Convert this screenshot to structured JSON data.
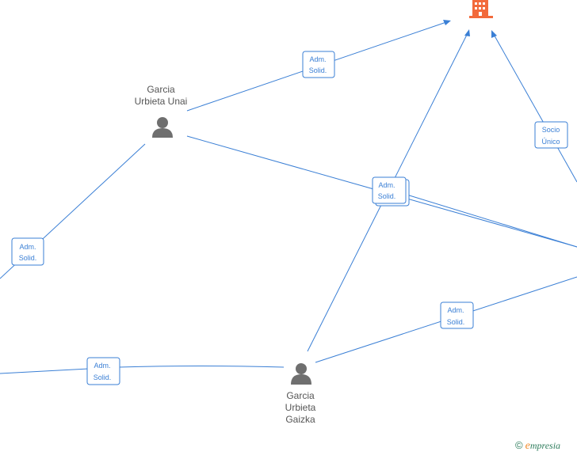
{
  "nodes": {
    "unai": {
      "lines": [
        "Garcia",
        "Urbieta Unai"
      ]
    },
    "gaizka": {
      "lines": [
        "Garcia",
        "Urbieta",
        "Gaizka"
      ]
    }
  },
  "edge_labels": {
    "adm_solid_top": [
      "Adm.",
      "Solid."
    ],
    "socio_unico": [
      "Socio",
      "Único"
    ],
    "adm_solid_center": [
      "Adm.",
      "Solid."
    ],
    "adm_solid_left": [
      "Adm.",
      "Solid."
    ],
    "adm_solid_right": [
      "Adm.",
      "Solid."
    ],
    "adm_solid_bottom": [
      "Adm.",
      "Solid."
    ]
  },
  "branding": {
    "copyright": "©",
    "name_initial": "e",
    "name_rest": "mpresia"
  },
  "colors": {
    "edge": "#3a7fd5",
    "person": "#6f6f6f",
    "company": "#f26a3b",
    "brand": "#2f7d5d"
  },
  "icons": {
    "company": "building-icon",
    "person": "person-icon"
  }
}
